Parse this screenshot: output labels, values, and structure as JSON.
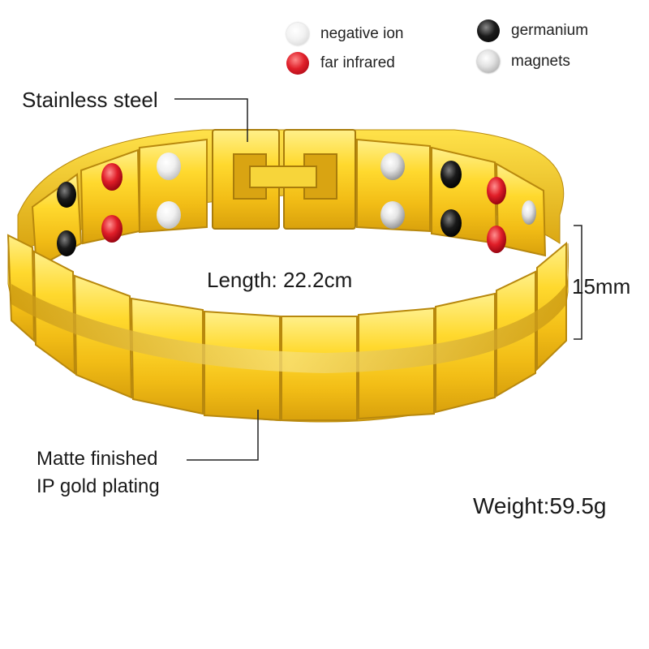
{
  "legend": [
    {
      "label": "negative ion",
      "color": "#f4f4f4"
    },
    {
      "label": "far infrared",
      "color": "#e0202a"
    },
    {
      "label": "germanium",
      "color": "#111111"
    },
    {
      "label": "magnets",
      "color": "#d0d0d0"
    }
  ],
  "annotations": {
    "material": "Stainless steel",
    "length": "Length: 22.2cm",
    "height": "15mm",
    "finish_line1": "Matte finished",
    "finish_line2": "IP gold plating",
    "weight": "Weight:59.5g"
  },
  "colors": {
    "gold_light": "#ffe55a",
    "gold": "#f2c51e",
    "gold_dark": "#c8960f"
  }
}
